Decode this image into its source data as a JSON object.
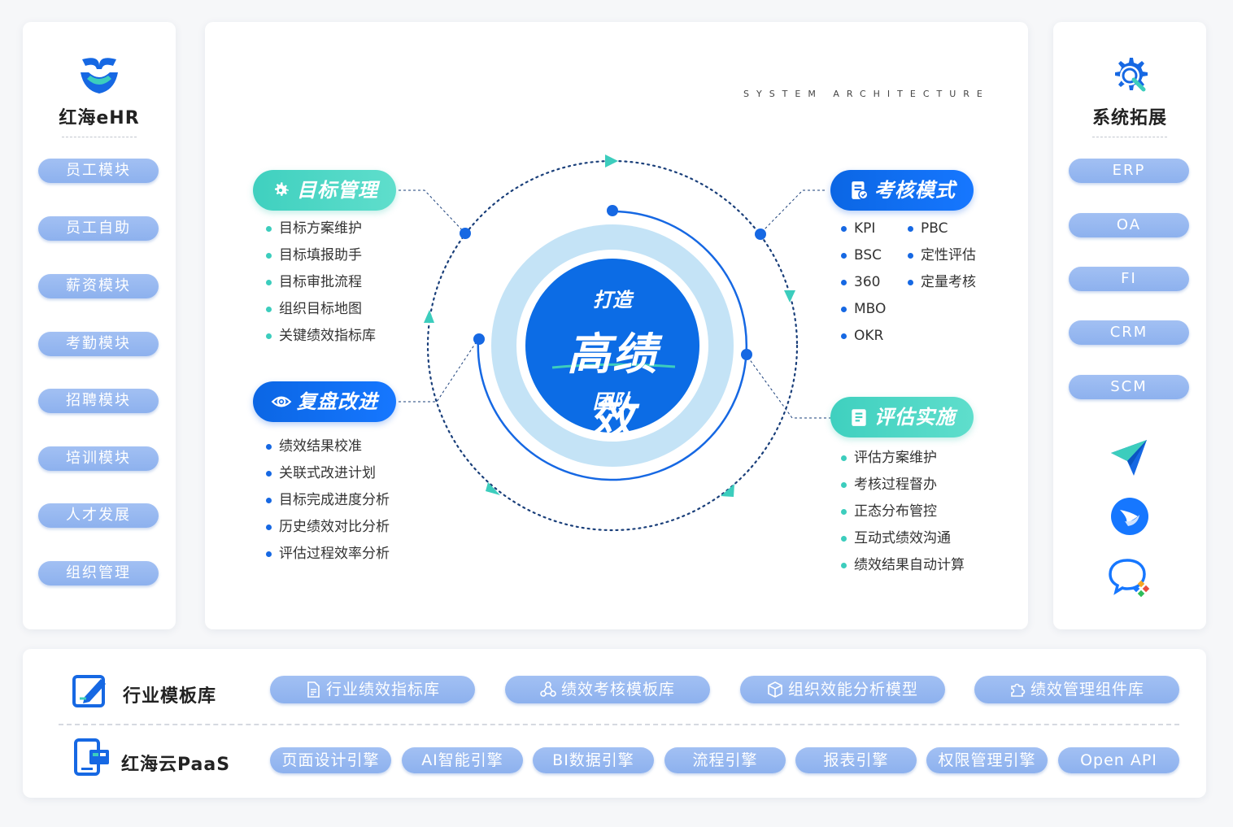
{
  "left": {
    "title": "红海eHR",
    "items": [
      "员工模块",
      "员工自助",
      "薪资模块",
      "考勤模块",
      "招聘模块",
      "培训模块",
      "人才发展",
      "组织管理"
    ]
  },
  "right": {
    "title": "系统拓展",
    "items": [
      "ERP",
      "OA",
      "FI",
      "CRM",
      "SCM"
    ],
    "app_icons": [
      "paper-plane-icon",
      "feishu-icon",
      "chat-bubble-icon"
    ]
  },
  "center": {
    "arch_label": "SYSTEM ARCHITECTURE",
    "core": {
      "line1": "打造",
      "line2": "高绩效",
      "line3": "团队"
    },
    "goal": {
      "title": "目标管理",
      "items": [
        "目标方案维护",
        "目标填报助手",
        "目标审批流程",
        "组织目标地图",
        "关键绩效指标库"
      ]
    },
    "review": {
      "title": "复盘改进",
      "items": [
        "绩效结果校准",
        "关联式改进计划",
        "目标完成进度分析",
        "历史绩效对比分析",
        "评估过程效率分析"
      ]
    },
    "mode": {
      "title": "考核模式",
      "col1": [
        "KPI",
        "BSC",
        "360",
        "MBO",
        "OKR"
      ],
      "col2": [
        "PBC",
        "定性评估",
        "定量考核"
      ]
    },
    "implement": {
      "title": "评估实施",
      "items": [
        "评估方案维护",
        "考核过程督办",
        "正态分布管控",
        "互动式绩效沟通",
        "绩效结果自动计算"
      ]
    }
  },
  "bottom": {
    "industry_label": "行业模板库",
    "templates": [
      "行业绩效指标库",
      "绩效考核模板库",
      "组织效能分析模型",
      "绩效管理组件库"
    ],
    "paas_label": "红海云PaaS",
    "engines": [
      "页面设计引擎",
      "AI智能引擎",
      "BI数据引擎",
      "流程引擎",
      "报表引擎",
      "权限管理引擎",
      "Open API"
    ]
  },
  "colors": {
    "primary_blue": "#1668e3",
    "teal": "#3ccdbd",
    "pill_blue": "#96b8f0",
    "light_ring": "#c4e3f6"
  }
}
